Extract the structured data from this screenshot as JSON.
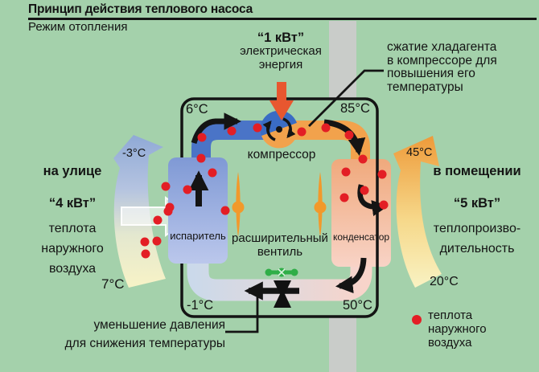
{
  "header": {
    "title": "Принцип действия теплового насоса",
    "subtitle": "Режим отопления"
  },
  "electric": {
    "power": "“1 кВт”",
    "desc": [
      "электрическая",
      "энергия"
    ]
  },
  "compression_note": [
    "сжатие хладагента",
    "в компрессоре для",
    "повышения его",
    "температуры"
  ],
  "valve_note": [
    "уменьшение давления",
    "для снижения температуры"
  ],
  "outside": {
    "label": "на улице",
    "power": "“4 кВт”",
    "desc": [
      "теплота",
      "наружного",
      "воздуха"
    ],
    "temp_in": "7°C",
    "temp_out": "-3°C"
  },
  "inside": {
    "label": "в помещении",
    "power": "“5 кВт”",
    "desc": [
      "теплопроизво-",
      "дительность"
    ],
    "temp_in": "20°C",
    "temp_out": "45°C"
  },
  "loop_temps": {
    "after_evaporator": "6°C",
    "after_compressor": "85°C",
    "after_valve": "-1°C",
    "after_condenser": "50°C"
  },
  "components": {
    "compressor": "компрессор",
    "evaporator": "испаритель",
    "condenser": "конденсатор",
    "expansion_valve": [
      "расширительный",
      "вентиль"
    ]
  },
  "legend": {
    "symbol": "heat-dot",
    "lines": [
      "теплота",
      "наружного",
      "воздуха"
    ]
  },
  "colors": {
    "background": "#a4d1ab",
    "wall": "#c9ccc9",
    "cold_pipe": "#4a74c7",
    "hot_pipe": "#f2a24c",
    "heat_dot": "#e31e25",
    "electric_arrow": "#e8572f",
    "valve_handle": "#2fae47",
    "outline": "#141414"
  },
  "heat_dots": [
    [
      206,
      232
    ],
    [
      209,
      263
    ],
    [
      196,
      274
    ],
    [
      180,
      301
    ],
    [
      195,
      300
    ],
    [
      181,
      316
    ],
    [
      250,
      197
    ],
    [
      264,
      215
    ],
    [
      233,
      236
    ],
    [
      211,
      258
    ],
    [
      280,
      262
    ],
    [
      251,
      171
    ],
    [
      288,
      163
    ],
    [
      320,
      159
    ],
    [
      375,
      164
    ],
    [
      405,
      159
    ],
    [
      434,
      168
    ],
    [
      451,
      198
    ],
    [
      430,
      214
    ],
    [
      475,
      217
    ],
    [
      453,
      237
    ],
    [
      428,
      246
    ],
    [
      477,
      255
    ]
  ]
}
